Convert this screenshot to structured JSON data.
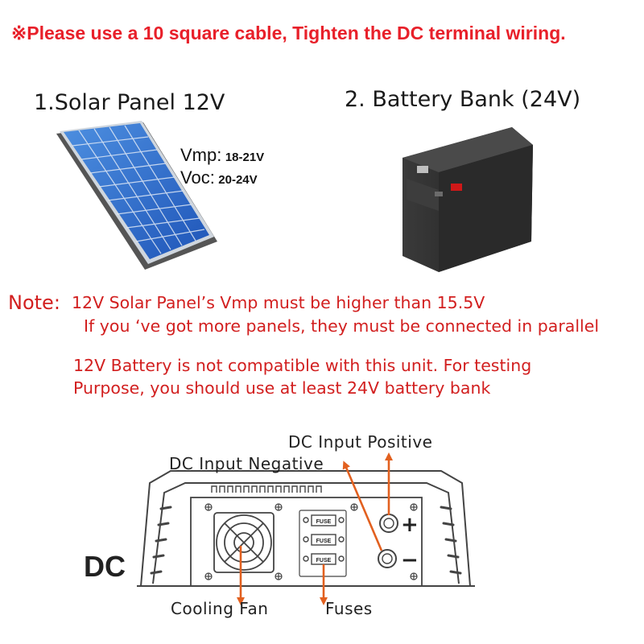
{
  "warning": "※Please use a 10 square cable, Tighten the DC terminal wiring.",
  "solar": {
    "heading": "1.Solar Panel 12V",
    "vmp_label": "Vmp:",
    "vmp_value": "18-21V",
    "voc_label": "Voc:",
    "voc_value": "20-24V"
  },
  "battery": {
    "heading": "2. Battery Bank (24V)"
  },
  "note": {
    "label": "Note:",
    "line1": "12V Solar Panel’s Vmp must be higher than 15.5V",
    "line2": "If you ‘ve got more panels, they must be connected in parallel",
    "line3": "12V Battery is not compatible with this unit. For testing",
    "line4": "Purpose, you should use at least 24V battery bank"
  },
  "diagram": {
    "dc_input_positive": "DC Input Positive",
    "dc_input_negative": "DC Input Negative",
    "dc_label": "DC",
    "plus": "+",
    "minus": "−",
    "fuse_label": "FUSE",
    "cooling_fan": "Cooling  Fan",
    "fuses": "Fuses",
    "arrow_color": "#e2601f"
  }
}
